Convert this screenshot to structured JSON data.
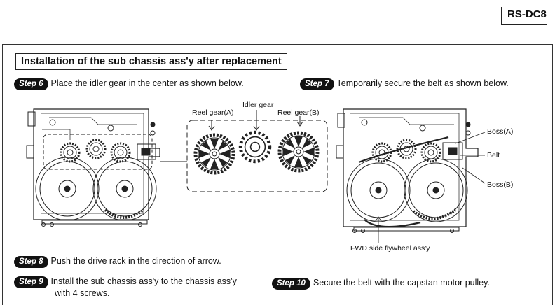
{
  "header": {
    "model": "RS-DC8"
  },
  "section": {
    "title": "Installation of the sub chassis ass'y after replacement"
  },
  "steps": {
    "s6": {
      "badge": "Step 6",
      "text": "Place the idler gear in the center as shown below."
    },
    "s7": {
      "badge": "Step 7",
      "text": "Temporarily secure the belt as shown below."
    },
    "s8": {
      "badge": "Step 8",
      "text": "Push the drive rack in the direction of arrow."
    },
    "s9": {
      "badge": "Step 9",
      "text1": "Install the sub chassis ass'y to the chassis ass'y",
      "text2": "with 4 screws."
    },
    "s10": {
      "badge": "Step 10",
      "text": "Secure the belt with the capstan motor pulley."
    }
  },
  "labels": {
    "idler": "Idler gear",
    "reel_a": "Reel gear(A)",
    "reel_b": "Reel gear(B)",
    "boss_a": "Boss(A)",
    "belt": "Belt",
    "boss_b": "Boss(B)",
    "flywheel": "FWD side flywheel ass'y"
  }
}
